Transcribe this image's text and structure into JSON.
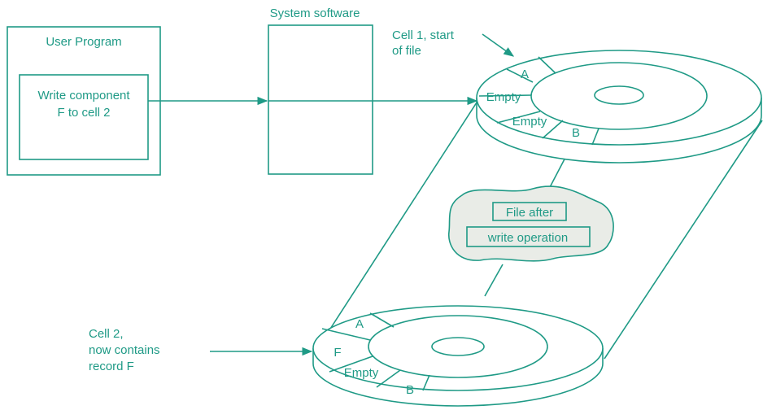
{
  "colors": {
    "line": "#1f9a86",
    "cloud_fill": "#e9ece7",
    "background": "#ffffff"
  },
  "user_program": {
    "title": "User Program",
    "text_line1": "Write component",
    "text_line2": "F to cell 2"
  },
  "system_software": {
    "title": "System software"
  },
  "cell1_note": {
    "line1": "Cell 1, start",
    "line2": "of file"
  },
  "cell2_note": {
    "line1": "Cell 2,",
    "line2": "now contains",
    "line3": "record F"
  },
  "top_disk": {
    "cells": [
      "A",
      "Empty",
      "Empty",
      "B"
    ]
  },
  "bottom_disk": {
    "cells": [
      "A",
      "F",
      "Empty",
      "B"
    ]
  },
  "cloud": {
    "line1": "File after",
    "line2": "write operation"
  }
}
